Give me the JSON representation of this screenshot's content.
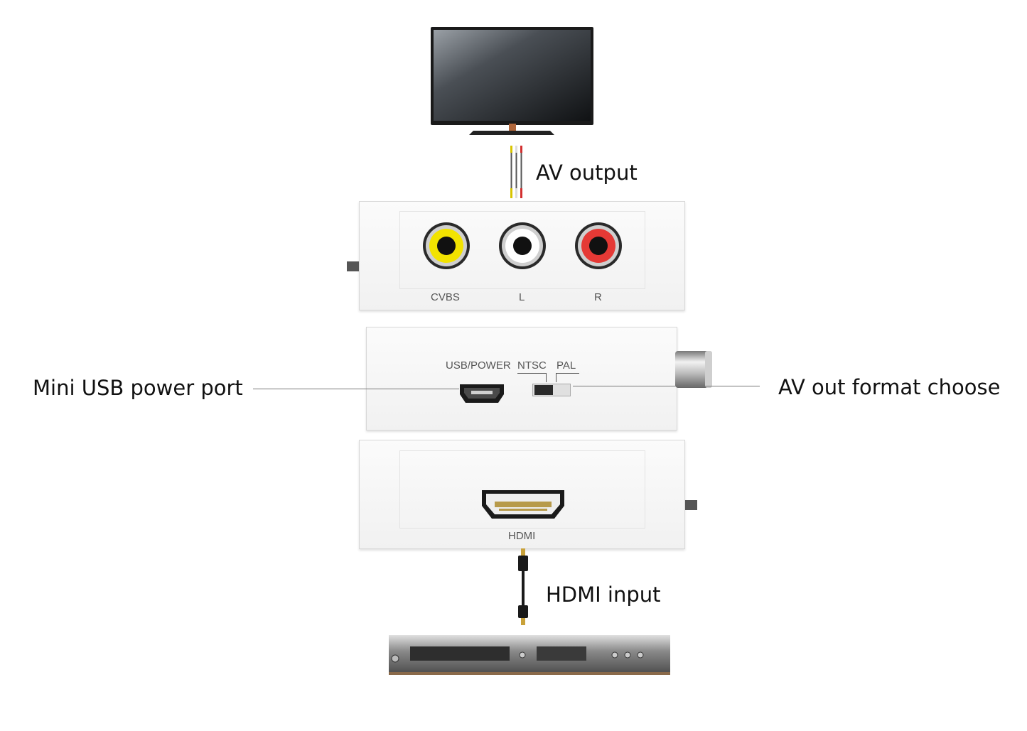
{
  "callouts": {
    "av_output": "AV output",
    "usb_power": "Mini USB power port",
    "format_choose": "AV out format choose",
    "hdmi_input": "HDMI input"
  },
  "ports": {
    "cvbs": "CVBS",
    "left": "L",
    "right": "R",
    "usb_power": "USB/POWER",
    "ntsc": "NTSC",
    "pal": "PAL",
    "hdmi": "HDMI"
  },
  "colors": {
    "cvbs_jack": "#f2e300",
    "left_jack": "#ffffff",
    "right_jack": "#e53935",
    "device_body": "#f5f5f5",
    "leader_line": "#777777"
  },
  "icons": {
    "tv": "television-icon",
    "rca_cable": "rca-cable-icon",
    "hdmi_cable": "hdmi-cable-icon",
    "dvd_player": "dvd-player-icon"
  }
}
